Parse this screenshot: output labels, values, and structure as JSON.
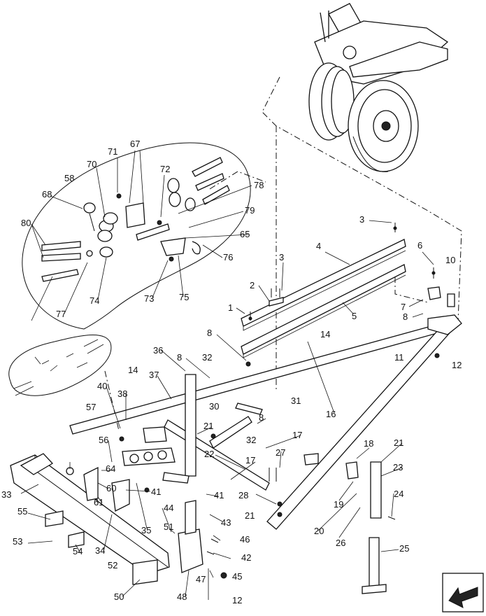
{
  "diagram": {
    "callouts": [
      "1",
      "2",
      "3",
      "3",
      "4",
      "5",
      "6",
      "7",
      "8",
      "8",
      "8",
      "8",
      "10",
      "11",
      "12",
      "12",
      "14",
      "14",
      "16",
      "17",
      "17",
      "18",
      "19",
      "20",
      "21",
      "21",
      "21",
      "22",
      "23",
      "24",
      "25",
      "26",
      "27",
      "28",
      "30",
      "31",
      "32",
      "32",
      "33",
      "34",
      "35",
      "36",
      "37",
      "38",
      "40",
      "41",
      "41",
      "42",
      "43",
      "44",
      "45",
      "46",
      "47",
      "48",
      "50",
      "51",
      "52",
      "53",
      "54",
      "55",
      "56",
      "57",
      "58",
      "60",
      "61",
      "64",
      "65",
      "67",
      "68",
      "70",
      "71",
      "72",
      "73",
      "74",
      "75",
      "76",
      "77",
      "78",
      "79",
      "80"
    ]
  },
  "nav": {
    "icon": "arrow-back-icon"
  }
}
